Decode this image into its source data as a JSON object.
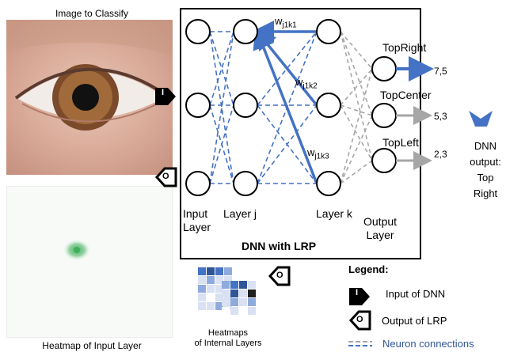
{
  "left_panel": {
    "input_image_title": "Image to Classify",
    "heatmap_title": "Heatmap of Input Layer"
  },
  "dnn": {
    "box_title": "DNN with LRP",
    "layer_labels": {
      "input": [
        "Input",
        "Layer"
      ],
      "layer_j": "Layer j",
      "layer_k": "Layer k",
      "output": [
        "Output",
        "Layer"
      ]
    },
    "weights": {
      "w1": {
        "base": "w",
        "sub": "j1k1"
      },
      "w2": {
        "base": "w",
        "sub": "j1k2"
      },
      "w3": {
        "base": "w",
        "sub": "j1k3"
      }
    },
    "outputs": [
      {
        "label": "TopRight",
        "value": "7,5",
        "arrow_color": "#4472c4"
      },
      {
        "label": "TopCenter",
        "value": "5,3",
        "arrow_color": "#a6a6a6"
      },
      {
        "label": "TopLeft",
        "value": "2,3",
        "arrow_color": "#a6a6a6"
      }
    ]
  },
  "result": {
    "lines": [
      "DNN",
      "output:",
      "Top",
      "Right"
    ]
  },
  "internal_heatmaps": {
    "lines": [
      "Heatmaps",
      "of Internal Layers"
    ]
  },
  "badges": {
    "input_letter": "I",
    "output_letter": "O"
  },
  "legend": {
    "title": "Legend:",
    "input_label": "Input of DNN",
    "output_label": "Output of LRP",
    "connections_label": "Neuron connections"
  },
  "colors": {
    "blue": "#4472c4",
    "gray": "#a6a6a6",
    "heat_dark": "#2f5597",
    "heat_green": "#3fae5a"
  }
}
